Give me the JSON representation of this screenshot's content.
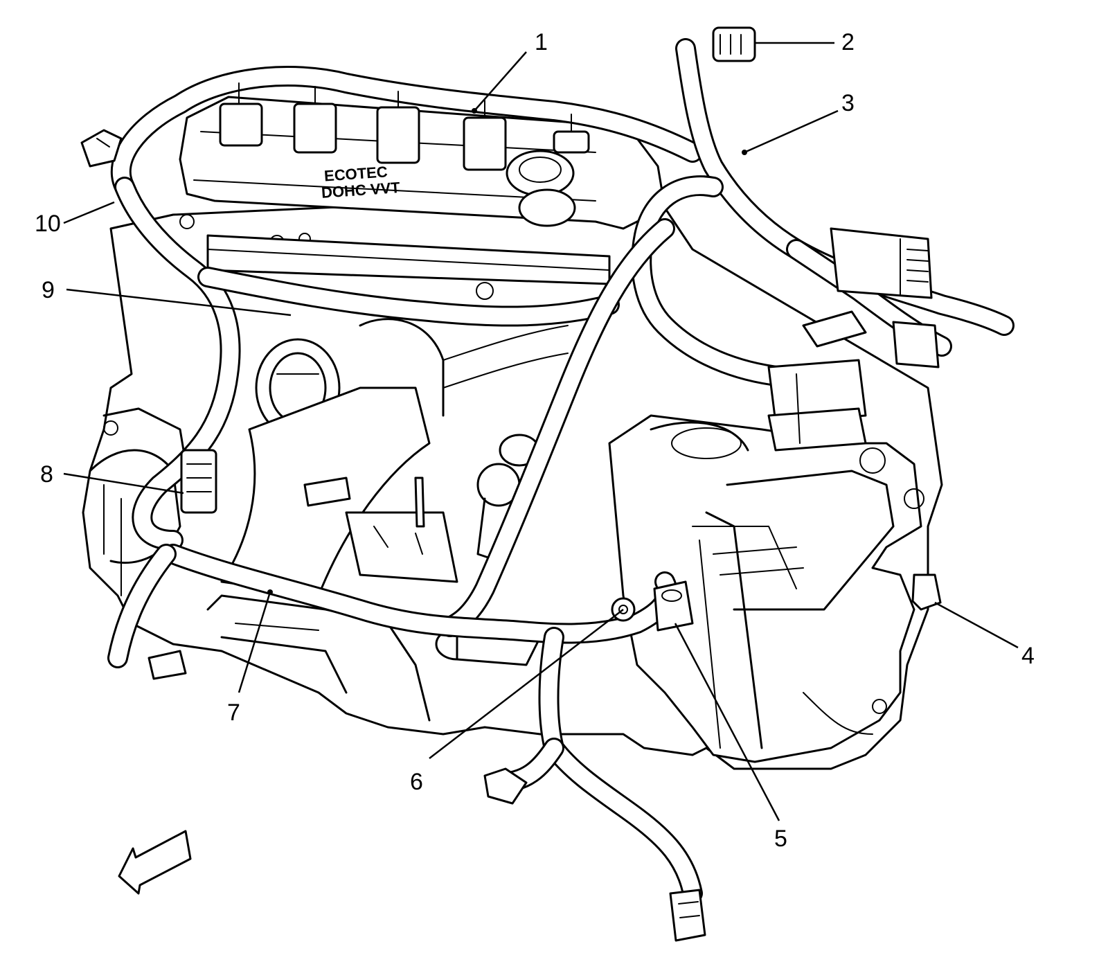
{
  "diagram": {
    "emboss_text_1": "ECOTEC",
    "emboss_text_2": "DOHC VVT",
    "callouts": [
      {
        "id": "1",
        "label": "1"
      },
      {
        "id": "2",
        "label": "2"
      },
      {
        "id": "3",
        "label": "3"
      },
      {
        "id": "4",
        "label": "4"
      },
      {
        "id": "5",
        "label": "5"
      },
      {
        "id": "6",
        "label": "6"
      },
      {
        "id": "7",
        "label": "7"
      },
      {
        "id": "8",
        "label": "8"
      },
      {
        "id": "9",
        "label": "9"
      },
      {
        "id": "10",
        "label": "10"
      }
    ]
  },
  "colors": {
    "line": "#000000",
    "background": "#ffffff"
  }
}
